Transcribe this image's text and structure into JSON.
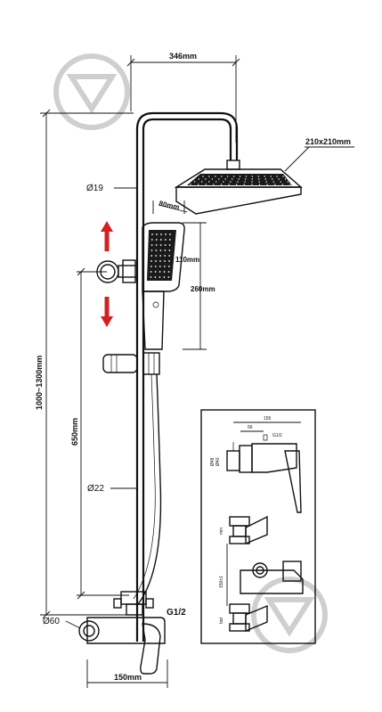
{
  "labels": {
    "width_346": "346mm",
    "head_size": "210x210mm",
    "dia_19": "Ø19",
    "handset_width": "80mm",
    "handset_len": "110mm",
    "slide_range": "260mm",
    "total_height": "1000~1300mm",
    "bar_len": "650mm",
    "dia_22": "Ø22",
    "dia_60": "Ø60",
    "thread": "G1/2",
    "mixer_width": "150mm"
  },
  "inset": {
    "top_dim": "155",
    "sub_dim": "56",
    "tag_g12": "G1/2",
    "side_48": "Ø48",
    "side_40": "Ø40",
    "left_pipe": "min",
    "mid_dim": "150±1",
    "bottom_label": "bot"
  },
  "colors": {
    "arrow": "#d42020",
    "line": "#111111",
    "watermark": "#cfcfcf"
  }
}
